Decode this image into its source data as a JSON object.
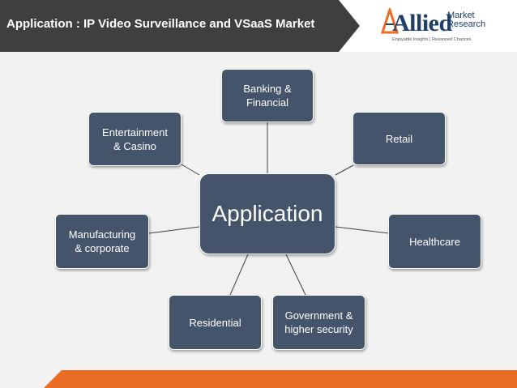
{
  "header": {
    "title": "Application : IP Video Surveillance and VSaaS Market"
  },
  "logo": {
    "name": "Allied",
    "sub_top": "Market",
    "sub_bottom": "Research",
    "tagline": "Enjoyable Insights | Reasoned Chances"
  },
  "diagram": {
    "center": "Application",
    "nodes": [
      {
        "id": "banking",
        "label": "Banking &\nFinancial"
      },
      {
        "id": "retail",
        "label": "Retail"
      },
      {
        "id": "healthcare",
        "label": "Healthcare"
      },
      {
        "id": "government",
        "label": "Government &\nhigher security"
      },
      {
        "id": "residential",
        "label": "Residential"
      },
      {
        "id": "manufacturing",
        "label": "Manufacturing\n& corporate"
      },
      {
        "id": "entertainment",
        "label": "Entertainment\n& Casino"
      }
    ]
  },
  "colors": {
    "header_bar": "#3f3f3f",
    "node_fill": "#44546a",
    "footer": "#e96d24",
    "background": "#f2f2f2"
  }
}
